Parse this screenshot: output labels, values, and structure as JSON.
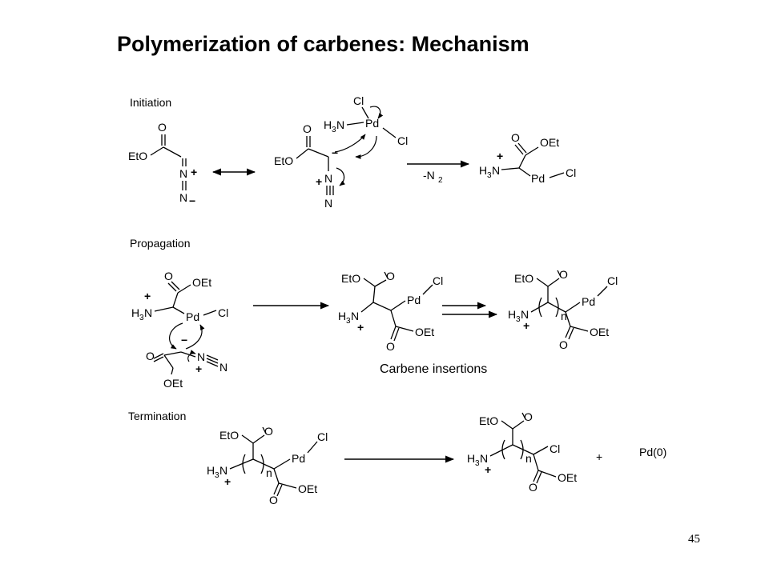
{
  "title": "Polymerization of carbenes: Mechanism",
  "page_number": "45",
  "sections": {
    "initiation": "Initiation",
    "propagation": "Propagation",
    "termination": "Termination"
  },
  "labels": {
    "minus_n2": "-N",
    "minus_n2_sub": "2",
    "carbene_insertions": "Carbene insertions",
    "pd0": "Pd(0)"
  },
  "atoms": {
    "O": "O",
    "EtO": "EtO",
    "OEt": "OEt",
    "N": "N",
    "H3N_H": "H",
    "H3N_3": "3",
    "Pd": "Pd",
    "Cl": "Cl",
    "n": "n",
    "plus": "+",
    "minus": "−"
  }
}
